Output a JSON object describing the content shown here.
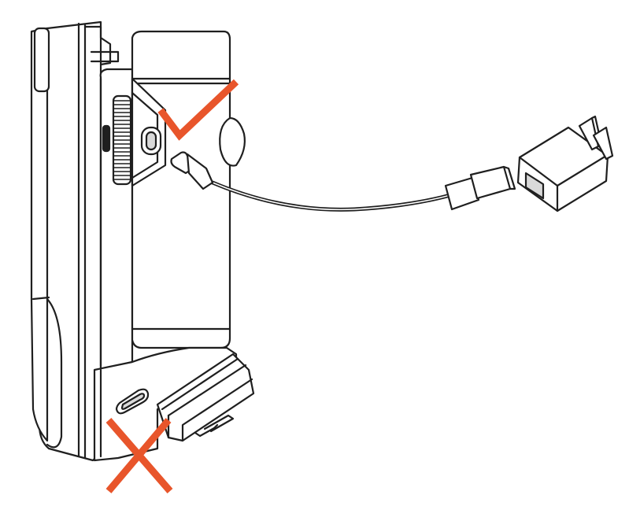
{
  "diagram": {
    "subject": "gimbal-charging-instruction",
    "items": [
      {
        "id": "gimbal",
        "icon": "gimbal-device-icon"
      },
      {
        "id": "correct-port",
        "icon": "usb-c-port-icon",
        "status": "correct"
      },
      {
        "id": "incorrect-port",
        "icon": "usb-c-port-icon",
        "status": "incorrect"
      },
      {
        "id": "cable",
        "icon": "usb-c-to-usb-a-cable-icon"
      },
      {
        "id": "adapter",
        "icon": "power-adapter-icon"
      }
    ],
    "marks": {
      "correct": {
        "icon": "check-mark-icon",
        "color": "#E8552B"
      },
      "incorrect": {
        "icon": "cross-mark-icon",
        "color": "#E8552B"
      }
    },
    "colors": {
      "line": "#1f1f1f",
      "fill": "#ffffff",
      "shade": "#d9d9d9"
    }
  }
}
